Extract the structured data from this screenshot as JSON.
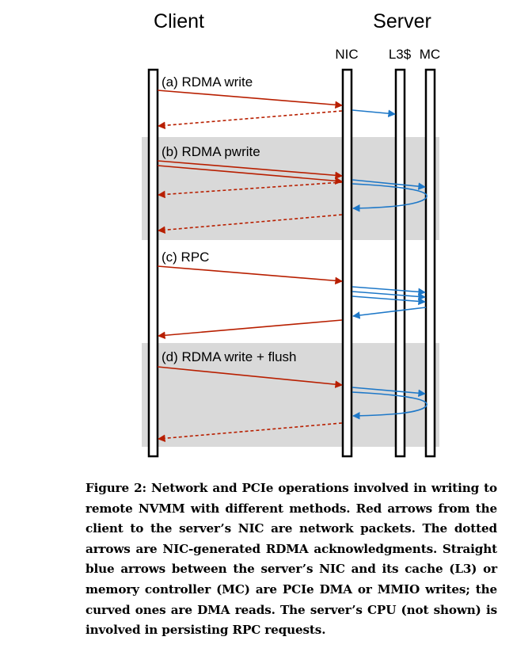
{
  "diagram": {
    "headers": {
      "client": "Client",
      "server": "Server"
    },
    "columns": {
      "nic": "NIC",
      "l3": "L3$",
      "mc": "MC"
    },
    "sections": [
      {
        "label": "(a) RDMA write"
      },
      {
        "label": "(b) RDMA pwrite"
      },
      {
        "label": "(c) RPC"
      },
      {
        "label": "(d) RDMA write + flush"
      }
    ],
    "colors": {
      "network": "#b81f00",
      "pcie": "#1e78c8",
      "shade": "#d9d9d9"
    }
  },
  "caption": {
    "text": "Figure 2: Network and PCIe operations involved in writing to remote NVMM with different methods. Red arrows from the client to the server’s NIC are network packets. The dotted arrows are NIC-generated RDMA acknowledgments. Straight blue arrows between the server’s NIC and its cache (L3) or memory controller (MC) are PCIe DMA or MMIO writes; the curved ones are DMA reads. The server’s CPU (not shown) is involved in persisting RPC requests."
  }
}
